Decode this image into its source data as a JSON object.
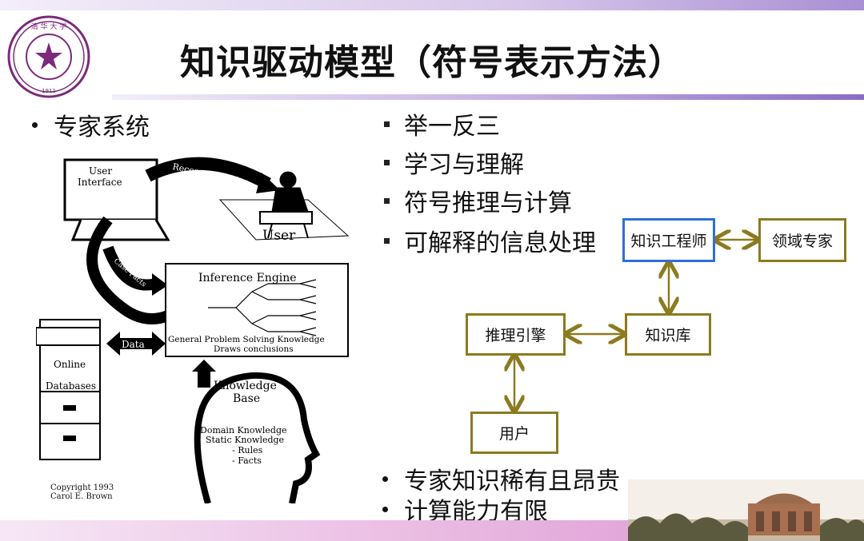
{
  "title": "知识驱动模型（符号表示方法）",
  "seal_text": "清华大学 TSINGHUA UNIVERSITY 1911",
  "left_bullet": "专家系统",
  "right_bullets": [
    "举一反三",
    "学习与理解",
    "符号推理与计算",
    "可解释的信息处理"
  ],
  "bottom_bullets": [
    "专家知识稀有且昂贵",
    "计算能力有限"
  ],
  "flow": {
    "engineer": "知识工程师",
    "domain_expert": "领域专家",
    "inference": "推理引擎",
    "kb": "知识库",
    "user": "用户"
  },
  "expert_fig": {
    "user_interface": "User\nInterface",
    "recommendation": "Recommendation",
    "user": "User",
    "case_facts": "Case Facts",
    "inference_engine": "Inference Engine",
    "general": "General Problem Solving Knowledge",
    "draws": "Draws conclusions",
    "data": "Data",
    "online": "Online",
    "databases": "Databases",
    "kb1": "Knowledge",
    "kb2": "Base",
    "dk": "Domain Knowledge",
    "sk": "Static Knowledge",
    "rules": "- Rules",
    "facts": "- Facts",
    "copy1": "Copyright 1993",
    "copy2": "Carol E. Brown"
  },
  "colors": {
    "node_border": "#8c7a1e",
    "node_highlight": "#2f6fd6",
    "seal": "#7b2a7c"
  }
}
